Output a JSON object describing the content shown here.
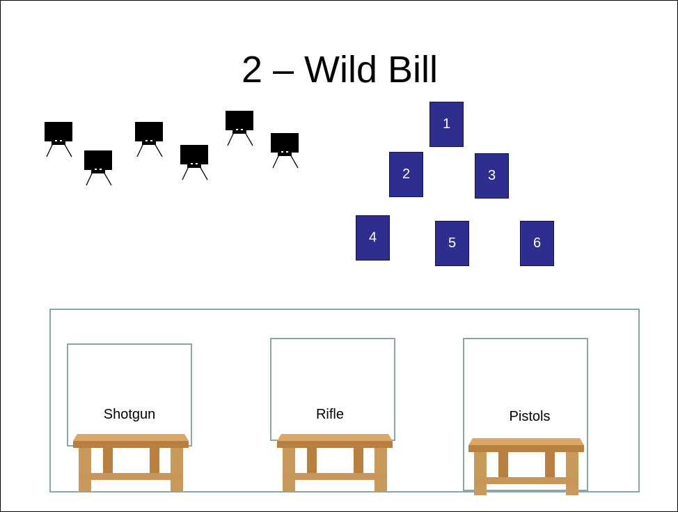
{
  "title": "2 – Wild Bill",
  "steel_targets": [
    {
      "name": "steel-target"
    },
    {
      "name": "steel-target"
    },
    {
      "name": "steel-target"
    },
    {
      "name": "steel-target"
    },
    {
      "name": "steel-target"
    },
    {
      "name": "steel-target"
    }
  ],
  "numbered_targets": [
    "1",
    "2",
    "3",
    "4",
    "5",
    "6"
  ],
  "stations": [
    {
      "label": "Shotgun"
    },
    {
      "label": "Rifle"
    },
    {
      "label": "Pistols"
    }
  ],
  "colors": {
    "target_fill": "#2e2e8f",
    "outline": "#8aa6a9",
    "table_wood": "#c89a5a"
  }
}
